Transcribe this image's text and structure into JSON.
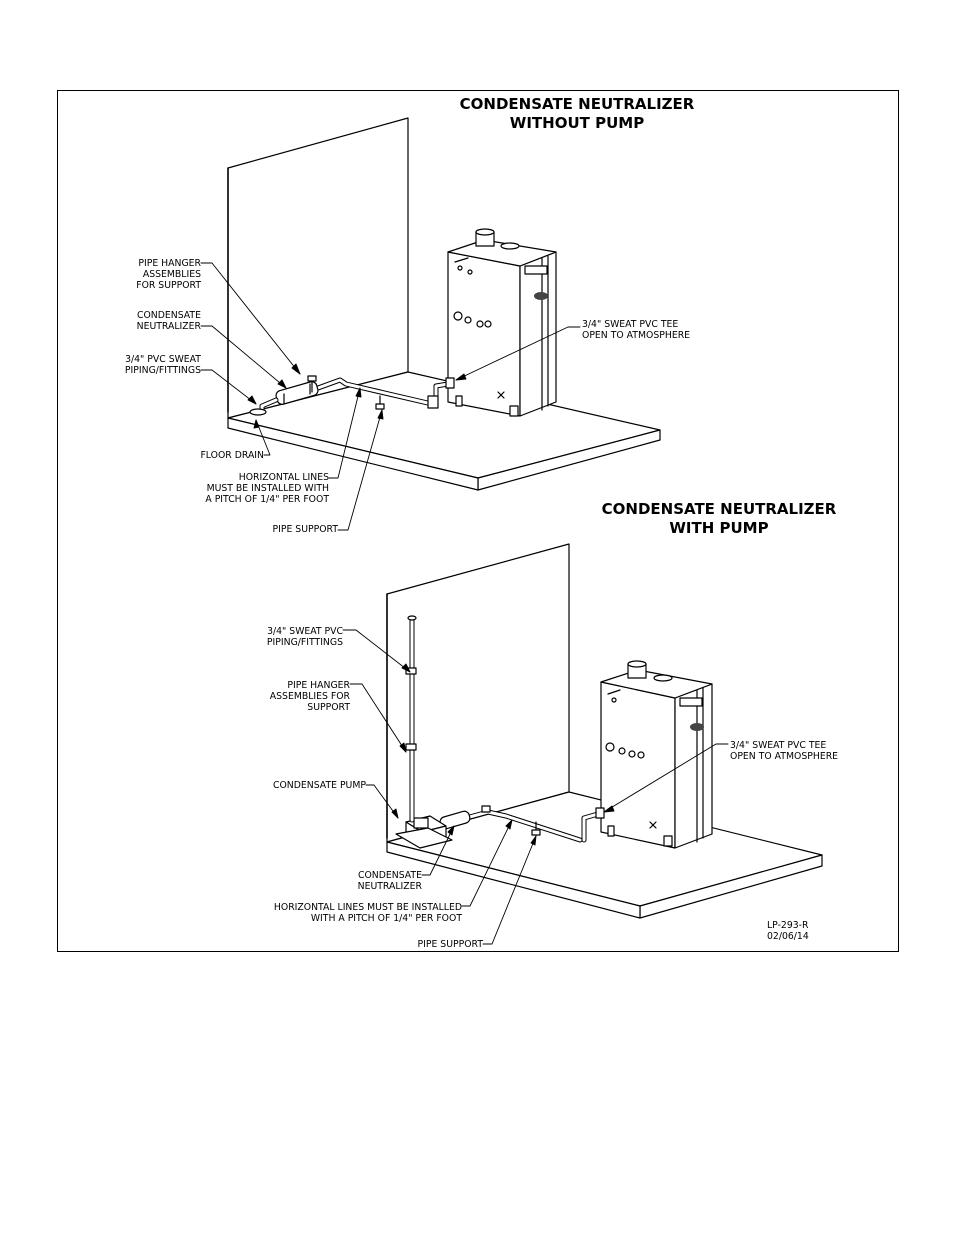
{
  "top": {
    "title_line1": "CONDENSATE NEUTRALIZER",
    "title_line2": "WITHOUT PUMP",
    "labels": {
      "pipe_hanger": [
        "PIPE HANGER",
        "ASSEMBLIES",
        "FOR SUPPORT"
      ],
      "neutralizer": [
        "CONDENSATE",
        "NEUTRALIZER"
      ],
      "piping": [
        "3/4\" PVC SWEAT",
        "PIPING/FITTINGS"
      ],
      "floor_drain": "FLOOR DRAIN",
      "horizontal": [
        "HORIZONTAL LINES",
        "MUST BE INSTALLED WITH",
        "A PITCH OF 1/4\" PER FOOT"
      ],
      "pipe_support": "PIPE SUPPORT",
      "tee": [
        "3/4\" SWEAT PVC TEE",
        "OPEN TO ATMOSPHERE"
      ]
    }
  },
  "bottom": {
    "title_line1": "CONDENSATE NEUTRALIZER",
    "title_line2": "WITH PUMP",
    "labels": {
      "piping": [
        "3/4\" SWEAT PVC",
        "PIPING/FITTINGS"
      ],
      "pipe_hanger": [
        "PIPE HANGER",
        "ASSEMBLIES FOR",
        "SUPPORT"
      ],
      "pump": "CONDENSATE PUMP",
      "neutralizer": [
        "CONDENSATE",
        "NEUTRALIZER"
      ],
      "horizontal": [
        "HORIZONTAL LINES MUST BE INSTALLED",
        "WITH A PITCH OF 1/4\" PER FOOT"
      ],
      "pipe_support": "PIPE SUPPORT",
      "tee": [
        "3/4\" SWEAT PVC TEE",
        "OPEN TO ATMOSPHERE"
      ]
    }
  },
  "doc_code": "LP-293-R",
  "doc_date": "02/06/14"
}
